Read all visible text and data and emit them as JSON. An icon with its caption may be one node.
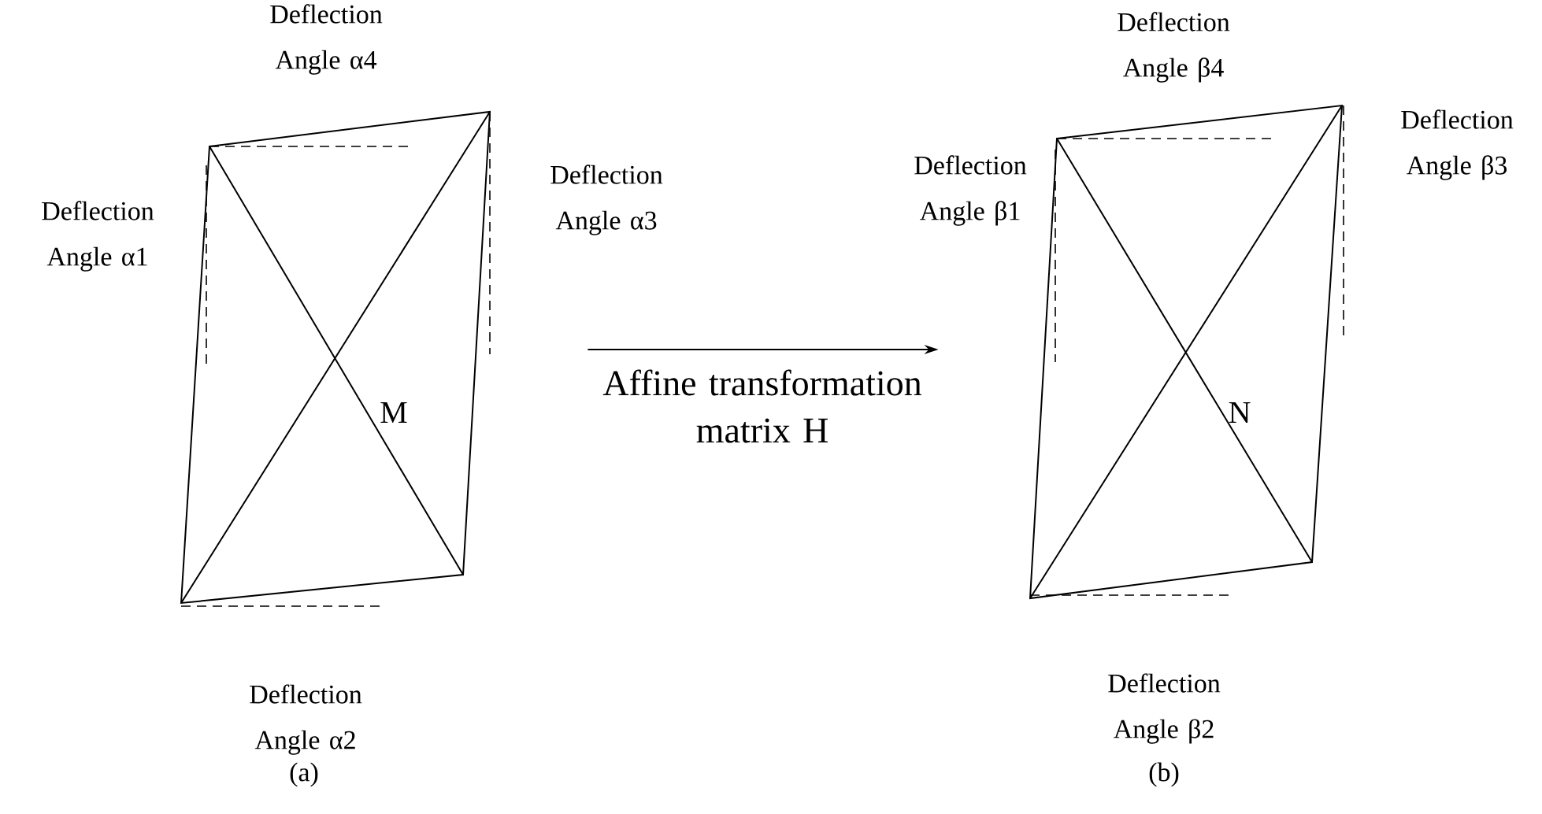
{
  "diagram": {
    "nodes": [
      {
        "text": [
          "M"
        ]
      },
      {
        "text": [
          "N"
        ]
      }
    ],
    "edges": [
      {
        "from": 0,
        "to": 1,
        "arrow": "to",
        "label": "Affine transformation matrix H"
      }
    ],
    "labels": [
      "Deflection Angle α4",
      "Deflection Angle β4",
      "Deflection Angle β3",
      "Deflection Angle α3",
      "Deflection Angle β1",
      "Deflection Angle α1",
      "Deflection Angle α2",
      "Deflection Angle β2",
      "(a)",
      "(b)"
    ]
  }
}
